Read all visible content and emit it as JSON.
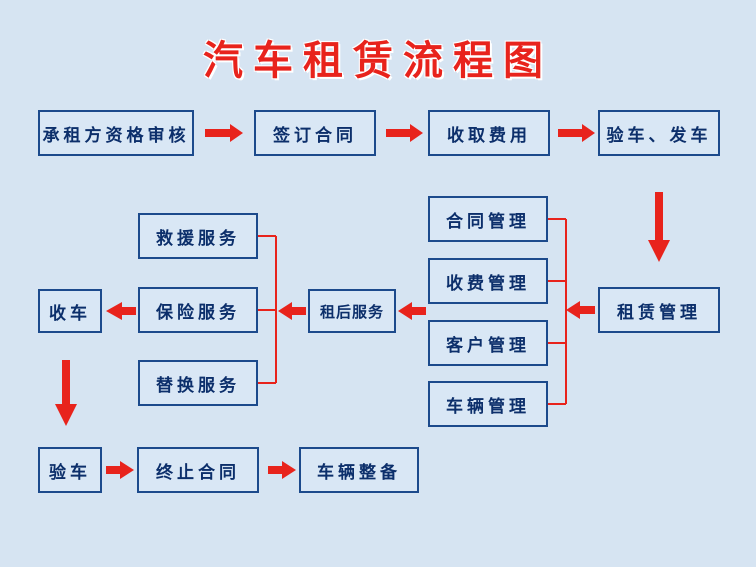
{
  "title": "汽车租赁流程图",
  "colors": {
    "arrow": "#e8231c",
    "box_border": "#1c4a8c",
    "box_text": "#0c2f6b",
    "title": "#e8231c",
    "background": "#d6e4f2"
  },
  "nodes": {
    "qualification_review": "承租方资格审核",
    "sign_contract": "签订合同",
    "collect_fees": "收取费用",
    "inspect_deliver": "验车、发车",
    "contract_mgmt": "合同管理",
    "fee_mgmt": "收费管理",
    "customer_mgmt": "客户管理",
    "vehicle_mgmt": "车辆管理",
    "lease_mgmt": "租赁管理",
    "after_lease_service": "租后服务",
    "rescue_service": "救援服务",
    "insurance_service": "保险服务",
    "replacement_service": "替换服务",
    "receive_vehicle": "收车",
    "inspect_vehicle": "验车",
    "terminate_contract": "终止合同",
    "vehicle_preparation": "车辆整备"
  }
}
